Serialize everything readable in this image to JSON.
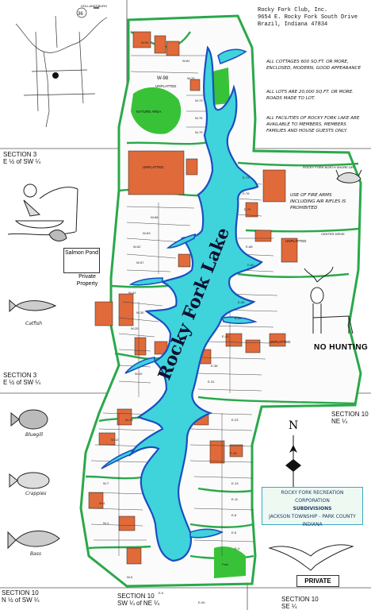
{
  "map": {
    "lake_name": "Rocky Fork Lake",
    "colors": {
      "water": "#3fd3dc",
      "water_outline": "#1a4fbf",
      "road": "#2aa84a",
      "sold_lot": "#e06a3a",
      "unplatted": "#ffffff",
      "nature_area": "#38c238",
      "paper": "#ffffff"
    }
  },
  "club": {
    "name": "Rocky Fork Club, Inc.",
    "address1": "9654 E. Rocky Fork South Drive",
    "address2": "Brazil, Indiana 47834"
  },
  "notes": [
    "ALL COTTAGES 600 SQ.FT. OR MORE, ENCLOSED, MODERN, GOOD APPEARANCE",
    "ALL LOTS ARE 20,000 SQ.FT. OR MORE. ROADS MADE TO LOT.",
    "ALL FACILITIES OF ROCKY FORK LAKE ARE AVAILABLE TO MEMBERS, MEMBERS FAMILIES AND HOUSE GUESTS ONLY.",
    "USE OF FIRE ARMS INCLUDING AIR RIFLES IS PROHIBITED"
  ],
  "sections": {
    "s3_upper": [
      "SECTION 3",
      "E ½ of SW ¼"
    ],
    "s3_lower": [
      "SECTION 3",
      "E ½ of SW ¼"
    ],
    "s10_ne": [
      "SECTION 10",
      "NE ¼"
    ],
    "s10_sw": [
      "SECTION 10",
      "N ½ of SW ¼"
    ],
    "s10_swne": [
      "SECTION 10",
      "SW ¼ of NE ¼"
    ],
    "s10_se": [
      "SECTION 10",
      "SE ¼"
    ]
  },
  "labels": {
    "nature_area": "NATURE AREA",
    "unplatted": "UNPLATTED",
    "salmon_pond": "Salmon Pond",
    "private_property": "Private Property",
    "no_hunting": "NO HUNTING",
    "private": "PRIVATE",
    "north": "N"
  },
  "fish": [
    {
      "name": "Catfish"
    },
    {
      "name": "Bluegill"
    },
    {
      "name": "Crappies"
    },
    {
      "name": "Bass"
    }
  ],
  "roads": {
    "hwy": "36",
    "hollandsburg": "HOLLANDSBURG",
    "center_drive": "CENTER DRIVE",
    "north_shore": "ROCKY FORK NORTH SHORE DR"
  },
  "legend": {
    "line1": "ROCKY FORK RECREATION CORPORATION",
    "line2": "SUBDIVISIONS",
    "line3": "JACKSON TOWNSHIP - PARK COUNTY",
    "line4": "INDIANA"
  },
  "lots": {
    "north": [
      "W-98",
      "W-90",
      "W-81",
      "W-83",
      "W-70",
      "W-73",
      "W-76",
      "W-79",
      "W-72"
    ],
    "west": [
      "W-66",
      "W-63",
      "W-62",
      "W-50",
      "W-57",
      "W-42",
      "W-30",
      "W-32",
      "W-25",
      "W-28",
      "W-20",
      "W-18",
      "W-12",
      "W-7",
      "W-4",
      "W-1"
    ],
    "east": [
      "E-79",
      "E-76",
      "E-74",
      "E-68",
      "E-62",
      "E-57",
      "E-55",
      "E-51",
      "E-49",
      "E-43",
      "E-40",
      "E-38",
      "E-31",
      "E-28",
      "E-23",
      "E-18",
      "E-13",
      "E-11",
      "E-8",
      "E-6",
      "E-4",
      "E-1"
    ],
    "south": [
      "E-0",
      "W-0",
      "E-90",
      "Park",
      "Park"
    ]
  }
}
